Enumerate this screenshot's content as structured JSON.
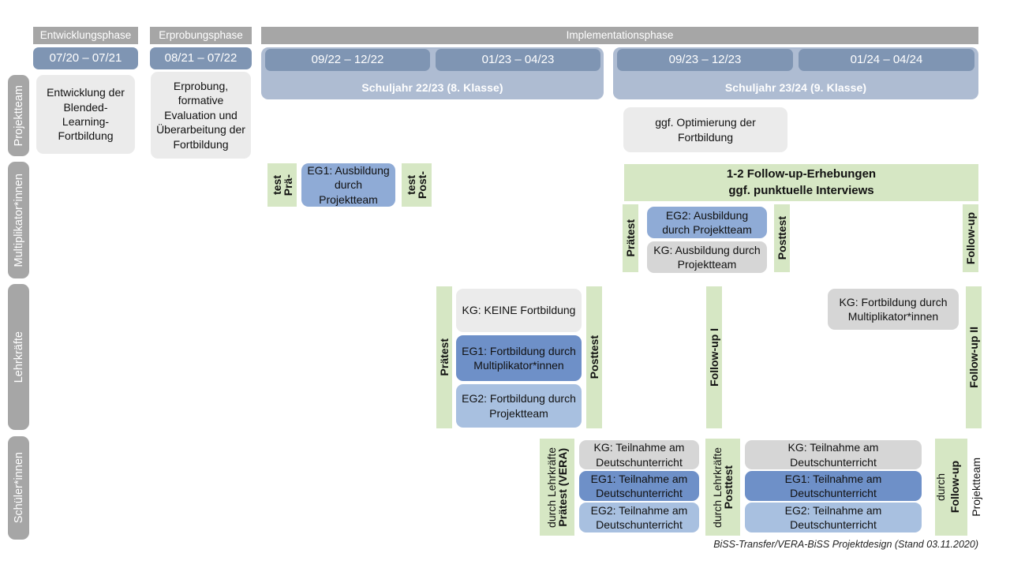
{
  "document": {
    "footer": "BiSS-Transfer/VERA-BiSS Projektdesign (Stand 03.11.2020)"
  },
  "phases": [
    {
      "label": "Entwicklungsphase"
    },
    {
      "label": "Erprobungsphase"
    },
    {
      "label": "Implementationsphase"
    }
  ],
  "periods": [
    {
      "label": "07/20 – 07/21"
    },
    {
      "label": "08/21 – 07/22"
    },
    {
      "label": "09/22 – 12/22"
    },
    {
      "label": "01/23 – 04/23"
    },
    {
      "label": "09/23 – 12/23"
    },
    {
      "label": "01/24 – 04/24"
    }
  ],
  "school_years": [
    {
      "label": "Schuljahr 22/23 (8. Klasse)"
    },
    {
      "label": "Schuljahr 23/24 (9. Klasse)"
    }
  ],
  "row_labels": {
    "projektteam": "Projektteam",
    "multiplikatoren": "Multiplikator*innen",
    "lehrkraefte": "Lehrkräfte",
    "schueler": "Schüler*innen"
  },
  "projektteam": {
    "entwicklung": "Entwicklung der Blended-Learning-Fortbildung",
    "erprobung": "Erprobung, formative Evaluation und Überarbeitung der Fortbildung",
    "optimierung": "ggf. Optimierung der Fortbildung"
  },
  "multiplikatoren": {
    "praetest_l1": "Prä-",
    "praetest_l2": "test",
    "posttest_l1": "Post-",
    "posttest_l2": "test",
    "eg1": "EG1: Ausbildung durch Projektteam",
    "followup_band_l1": "1-2 Follow-up-Erhebungen",
    "followup_band_l2": "ggf. punktuelle Interviews",
    "praetest2": "Prätest",
    "posttest2": "Posttest",
    "followup": "Follow-up",
    "eg2": "EG2:  Ausbildung durch Projektteam",
    "kg": "KG: Ausbildung durch Projektteam"
  },
  "lehrkraefte": {
    "praetest": "Prätest",
    "posttest": "Posttest",
    "followup1": "Follow-up I",
    "followup2": "Follow-up II",
    "kg_keine": "KG:  KEINE Fortbildung",
    "eg1": "EG1: Fortbildung durch Multiplikator*innen",
    "eg2": "EG2: Fortbildung durch Projektteam",
    "kg_multi": "KG: Fortbildung durch Multiplikator*innen"
  },
  "schueler": {
    "praetest_b": "Prätest (VERA)",
    "praetest_r": "durch Lehrkräfte",
    "posttest_b": "Posttest",
    "posttest_r": "durch Lehrkräfte",
    "followup_b": "Follow-up",
    "followup_r1": "durch",
    "followup_r2": "Projektteam",
    "kg": "KG: Teilnahme am Deutschunterricht",
    "eg1": "EG1: Teilnahme am Deutschunterricht",
    "eg2": "EG2: Teilnahme am Deutschunterricht"
  },
  "colors": {
    "grey_header": "#a6a6a6",
    "date_blue": "#7f95b3",
    "year_blue": "#aebcd2",
    "card_grey": "#ebebeb",
    "card_grey_dark": "#d6d6d6",
    "blue_mid": "#8fabd6",
    "blue_dark": "#6e90c8",
    "blue_light": "#a8c0e0",
    "green": "#d6e7c4"
  }
}
